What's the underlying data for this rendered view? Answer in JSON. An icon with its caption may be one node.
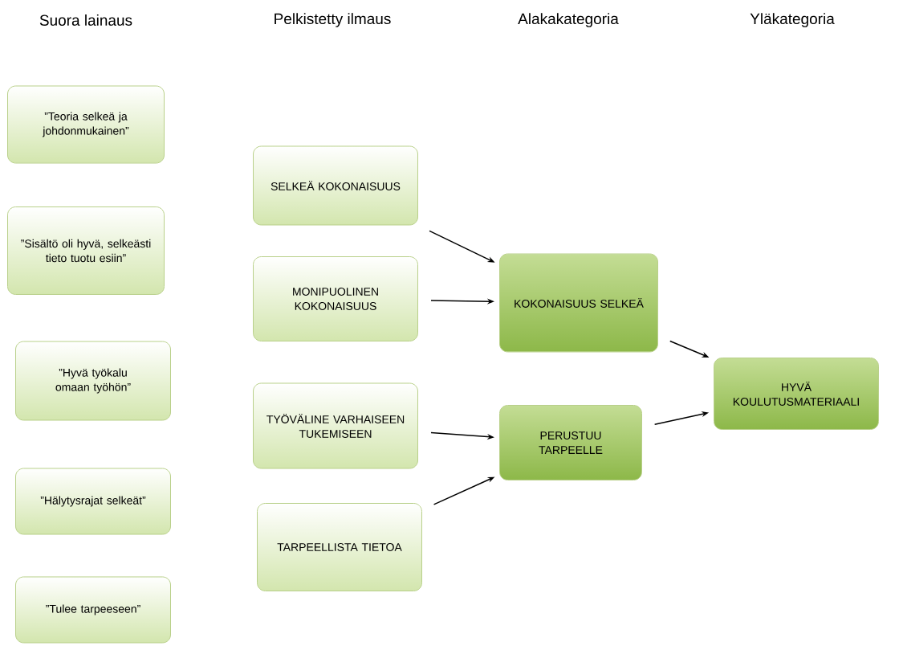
{
  "diagram": {
    "nodes": [
      {
        "text": [
          "”Teoria selkeä ja johdonmukainen”"
        ]
      },
      {
        "text": [
          "”Sisältö oli hyvä, selkeästi tieto tuotu esiin”"
        ]
      },
      {
        "text": [
          "”Hyvä työkalu omaan työhön”"
        ]
      },
      {
        "text": [
          "”Hälytysrajat selkeät”"
        ]
      },
      {
        "text": [
          "”Tulee tarpeeseen”"
        ]
      },
      {
        "text": [
          "SELKEÄ KOKONAISUUS"
        ]
      },
      {
        "text": [
          "MONIPUOLINEN KOKONAISUUS"
        ]
      },
      {
        "text": [
          "TYÖVÄLINE VARHAISEEN TUKEMISEEN"
        ]
      },
      {
        "text": [
          "TARPEELLISTA TIETOA"
        ]
      },
      {
        "text": [
          "KOKONAISUUS SELKEÄ"
        ]
      },
      {
        "text": [
          "PERUSTUU TARPEELLE"
        ]
      },
      {
        "text": [
          "HYVÄ KOULUTUSMATERIAALI"
        ]
      }
    ],
    "edges": [
      {
        "from": 5,
        "to": 9,
        "arrow": "to"
      },
      {
        "from": 6,
        "to": 9,
        "arrow": "to"
      },
      {
        "from": 7,
        "to": 10,
        "arrow": "to"
      },
      {
        "from": 8,
        "to": 10,
        "arrow": "to"
      },
      {
        "from": 9,
        "to": 11,
        "arrow": "to"
      },
      {
        "from": 10,
        "to": 11,
        "arrow": "to"
      }
    ],
    "labels": [
      "Suora lainaus",
      "Pelkistetty ilmaus",
      "Alakakategoria",
      "Yläkategoria"
    ]
  }
}
